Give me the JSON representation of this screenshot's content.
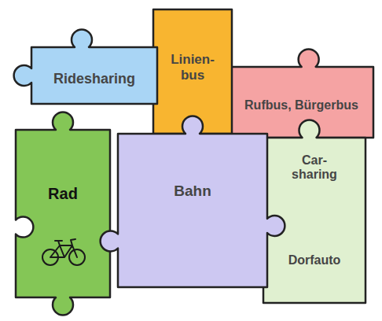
{
  "diagram": {
    "nodes": [
      {
        "text": [
          "Linien- bus"
        ]
      },
      {
        "text": [
          "Ridesharing"
        ]
      },
      {
        "text": [
          "Rufbus, Bürgerbus"
        ]
      },
      {
        "text": [
          "Rad"
        ]
      },
      {
        "text": [
          "Bahn"
        ]
      },
      {
        "text": [
          "Car- sharing",
          "Dorfauto"
        ]
      }
    ]
  }
}
